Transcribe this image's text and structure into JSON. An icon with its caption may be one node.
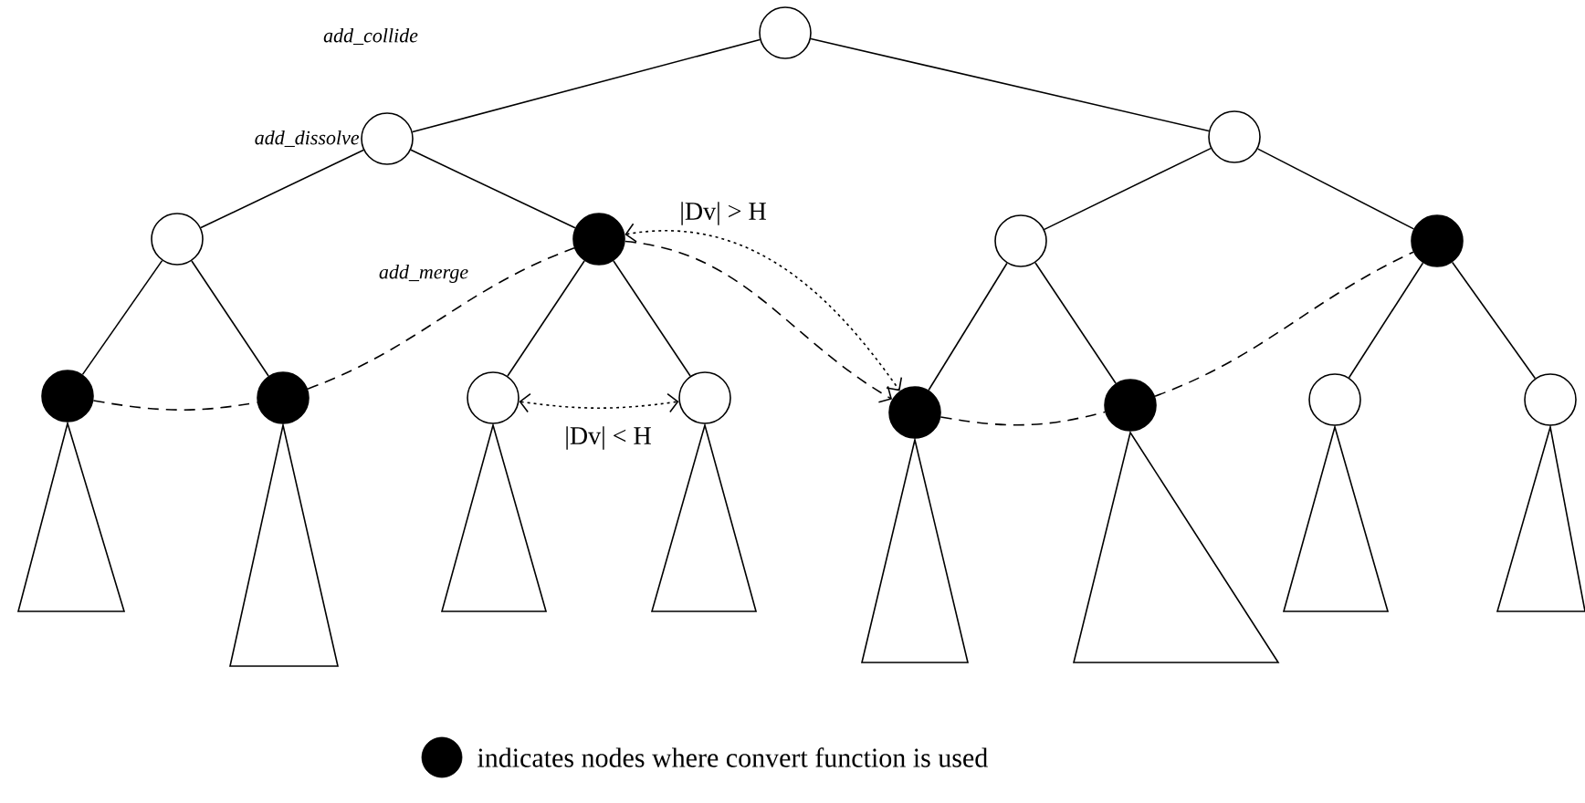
{
  "diagram": {
    "nodes": [
      {
        "text": [],
        "shape": "circle"
      },
      {
        "text": [],
        "shape": "circle",
        "beside": [
          "add_dissolve"
        ]
      },
      {
        "text": [],
        "shape": "circle"
      },
      {
        "text": [],
        "shape": "circle"
      },
      {
        "text": [],
        "shape": "dot"
      },
      {
        "text": [],
        "shape": "circle"
      },
      {
        "text": [],
        "shape": "dot"
      },
      {
        "text": [],
        "shape": "dot"
      },
      {
        "text": [],
        "shape": "dot"
      },
      {
        "text": [],
        "shape": "circle"
      },
      {
        "text": [],
        "shape": "circle"
      },
      {
        "text": [],
        "shape": "dot"
      },
      {
        "text": [],
        "shape": "dot"
      },
      {
        "text": [],
        "shape": "circle"
      },
      {
        "text": [],
        "shape": "circle"
      },
      {
        "text": [],
        "shape": "triangle"
      },
      {
        "text": [],
        "shape": "triangle"
      },
      {
        "text": [],
        "shape": "triangle"
      },
      {
        "text": [],
        "shape": "triangle"
      },
      {
        "text": [],
        "shape": "triangle"
      },
      {
        "text": [],
        "shape": "triangle"
      },
      {
        "text": [],
        "shape": "triangle"
      },
      {
        "text": [],
        "shape": "triangle"
      }
    ],
    "edges": [
      {
        "from": 0,
        "to": 1,
        "arrow": "none"
      },
      {
        "from": 0,
        "to": 2,
        "arrow": "none"
      },
      {
        "from": 1,
        "to": 3,
        "arrow": "none"
      },
      {
        "from": 1,
        "to": 4,
        "arrow": "none"
      },
      {
        "from": 2,
        "to": 5,
        "arrow": "none"
      },
      {
        "from": 2,
        "to": 6,
        "arrow": "none"
      },
      {
        "from": 3,
        "to": 7,
        "arrow": "none"
      },
      {
        "from": 3,
        "to": 8,
        "arrow": "none"
      },
      {
        "from": 4,
        "to": 9,
        "arrow": "none"
      },
      {
        "from": 4,
        "to": 10,
        "arrow": "none"
      },
      {
        "from": 5,
        "to": 11,
        "arrow": "none"
      },
      {
        "from": 5,
        "to": 12,
        "arrow": "none"
      },
      {
        "from": 6,
        "to": 13,
        "arrow": "none"
      },
      {
        "from": 6,
        "to": 14,
        "arrow": "none"
      },
      {
        "from": 7,
        "to": 8,
        "arrow": "none",
        "style": "dashed"
      },
      {
        "from": 8,
        "to": 4,
        "arrow": "none",
        "style": "dashed"
      },
      {
        "from": 4,
        "to": 11,
        "arrow": "to",
        "style": "dashed"
      },
      {
        "from": 11,
        "to": 12,
        "arrow": "none",
        "style": "dashed"
      },
      {
        "from": 12,
        "to": 6,
        "arrow": "none",
        "style": "dashed"
      },
      {
        "from": 4,
        "to": 11,
        "arrow": "both",
        "style": "dashed",
        "label": "|Dv| > H"
      },
      {
        "from": 9,
        "to": 10,
        "arrow": "both",
        "style": "dashed",
        "label": "|Dv| < H"
      }
    ],
    "labels": [
      "add_collide",
      "add_merge"
    ],
    "legend": [
      {
        "text": "indicates nodes where convert function is used",
        "color": "#000000"
      }
    ]
  }
}
